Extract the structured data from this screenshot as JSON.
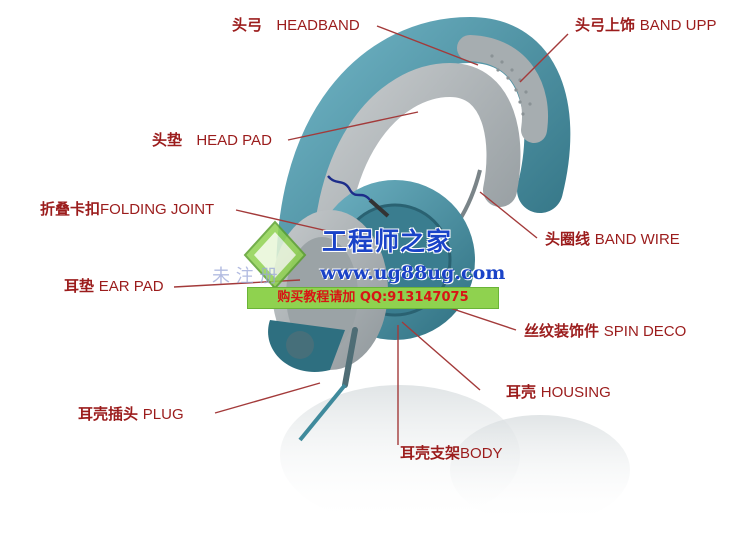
{
  "labels": {
    "headband": {
      "cn": "头弓",
      "en": "HEADBAND"
    },
    "band_upper": {
      "cn": "头弓上饰",
      "en": "BAND UPP"
    },
    "head_pad": {
      "cn": "头垫",
      "en": "HEAD PAD"
    },
    "folding_joint": {
      "cn": "折叠卡扣",
      "en": "FOLDING JOINT"
    },
    "band_wire": {
      "cn": "头圈线",
      "en": "BAND  WIRE"
    },
    "ear_pad": {
      "cn": "耳垫",
      "en": "EAR PAD"
    },
    "spin_deco": {
      "cn": "丝纹装饰件",
      "en": "SPIN DECO"
    },
    "housing": {
      "cn": "耳壳",
      "en": "HOUSING"
    },
    "plug": {
      "cn": "耳壳插头",
      "en": "PLUG"
    },
    "body": {
      "cn": "耳壳支架",
      "en": "BODY"
    }
  },
  "watermark": {
    "title": "工程师之家",
    "url": "www.ug88ug.com",
    "banner": "购买教程请加 QQ:913147075",
    "handwriting": "未 注 册"
  },
  "colors": {
    "label": "#9b1c1c",
    "leader_line": "#a33a3a",
    "headphone_gray": "#a7aeb1",
    "headphone_teal": "#3f8a9c",
    "watermark_blue": "#1a43c8",
    "banner_green": "#8fd24f",
    "banner_text": "#d81515"
  }
}
